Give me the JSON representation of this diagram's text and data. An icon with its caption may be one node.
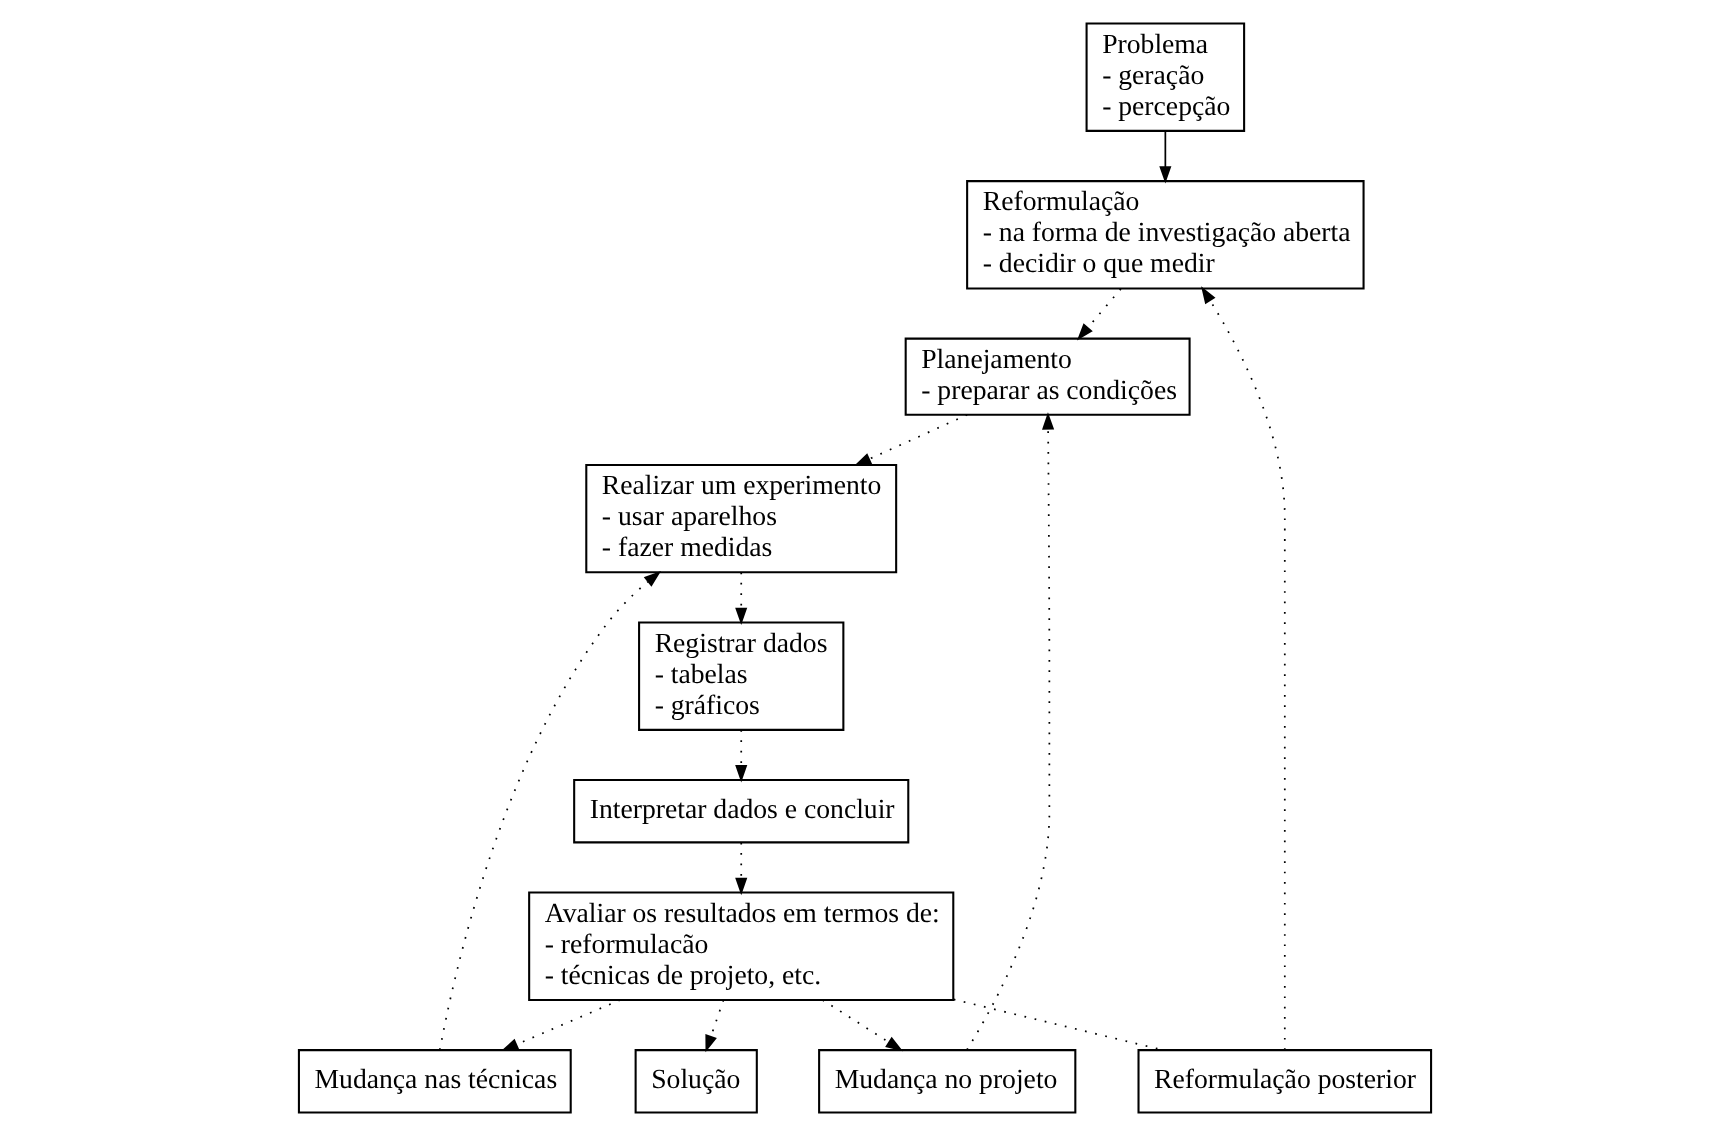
{
  "diagram": {
    "nodes": [
      {
        "text": [
          "Problema",
          "- geração",
          "- percepção"
        ]
      },
      {
        "text": [
          "Reformulação",
          "- na forma de investigação aberta",
          "- decidir o que medir"
        ]
      },
      {
        "text": [
          "Planejamento",
          "- preparar as condições"
        ]
      },
      {
        "text": [
          "Realizar um experimento",
          "- usar aparelhos",
          "- fazer medidas"
        ]
      },
      {
        "text": [
          "Registrar dados",
          "- tabelas",
          "- gráficos"
        ]
      },
      {
        "text": [
          "Interpretar dados e concluir"
        ]
      },
      {
        "text": [
          "Avaliar os resultados em termos de:",
          "- reformulacão",
          "- técnicas de projeto, etc."
        ]
      },
      {
        "text": [
          "Solução"
        ]
      },
      {
        "text": [
          "Reformulação posterior"
        ]
      },
      {
        "text": [
          "Mudança no projeto"
        ]
      },
      {
        "text": [
          "Mudança nas técnicas"
        ]
      }
    ],
    "edges": [
      {
        "from": 0,
        "to": 1,
        "arrow": "to"
      },
      {
        "from": 1,
        "to": 2,
        "arrow": "to",
        "style": "dashed"
      },
      {
        "from": 2,
        "to": 3,
        "arrow": "to",
        "style": "dashed"
      },
      {
        "from": 3,
        "to": 4,
        "arrow": "to",
        "style": "dashed"
      },
      {
        "from": 4,
        "to": 5,
        "arrow": "to",
        "style": "dashed"
      },
      {
        "from": 5,
        "to": 6,
        "arrow": "to",
        "style": "dashed"
      },
      {
        "from": 6,
        "to": 7,
        "arrow": "to",
        "style": "dashed"
      },
      {
        "from": 6,
        "to": 8,
        "arrow": "none",
        "style": "dashed"
      },
      {
        "from": 8,
        "to": 1,
        "arrow": "to",
        "style": "dashed"
      },
      {
        "from": 6,
        "to": 9,
        "arrow": "to",
        "style": "dashed"
      },
      {
        "from": 9,
        "to": 2,
        "arrow": "to",
        "style": "dashed"
      },
      {
        "from": 6,
        "to": 10,
        "arrow": "to",
        "style": "dashed"
      },
      {
        "from": 10,
        "to": 3,
        "arrow": "to",
        "style": "dashed"
      }
    ]
  }
}
